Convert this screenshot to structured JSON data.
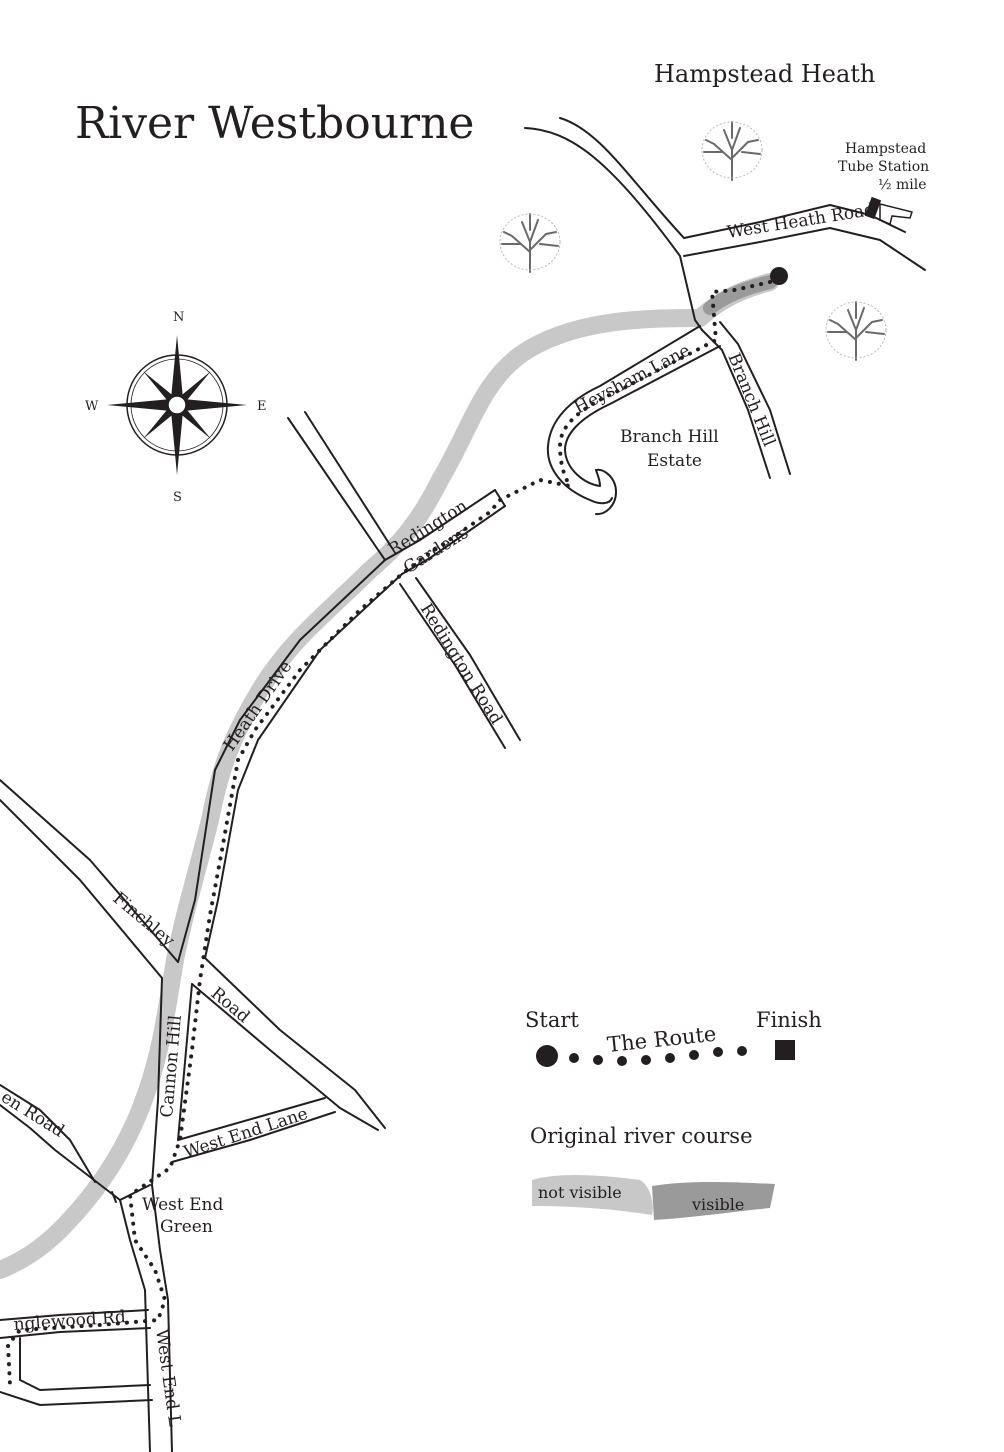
{
  "map": {
    "title": "River Westbourne",
    "region_label": "Hampstead Heath",
    "tube_note": {
      "line1": "Hampstead",
      "line2": "Tube Station",
      "line3": "½ mile"
    },
    "compass": {
      "n": "N",
      "s": "S",
      "e": "E",
      "w": "W"
    },
    "roads": {
      "west_heath_road": "West Heath Road",
      "heysham_lane": "Heysham Lane",
      "branch_hill": "Branch Hill",
      "redington_gardens_1": "Redington",
      "redington_gardens_2": "Gardens",
      "redington_road": "Redington Road",
      "heath_drive": "Heath Drive",
      "finchley": "Finchley",
      "road": "Road",
      "cannon_hill": "Cannon Hill",
      "west_end_lane": "West End Lane",
      "en_road": "en Road",
      "inglewood_rd": "nglewood Rd",
      "west_end_l": "West End L"
    },
    "places": {
      "branch_hill_estate_1": "Branch Hill",
      "branch_hill_estate_2": "Estate",
      "west_end_green_1": "West End",
      "west_end_green_2": "Green"
    },
    "legend": {
      "start": "Start",
      "the_route": "The Route",
      "finish": "Finish",
      "original_river_course": "Original river course",
      "not_visible": "not visible",
      "visible": "visible"
    },
    "colors": {
      "ink": "#231f20",
      "river_not_visible": "#c8c8c8",
      "river_visible": "#9a9a9a"
    }
  }
}
